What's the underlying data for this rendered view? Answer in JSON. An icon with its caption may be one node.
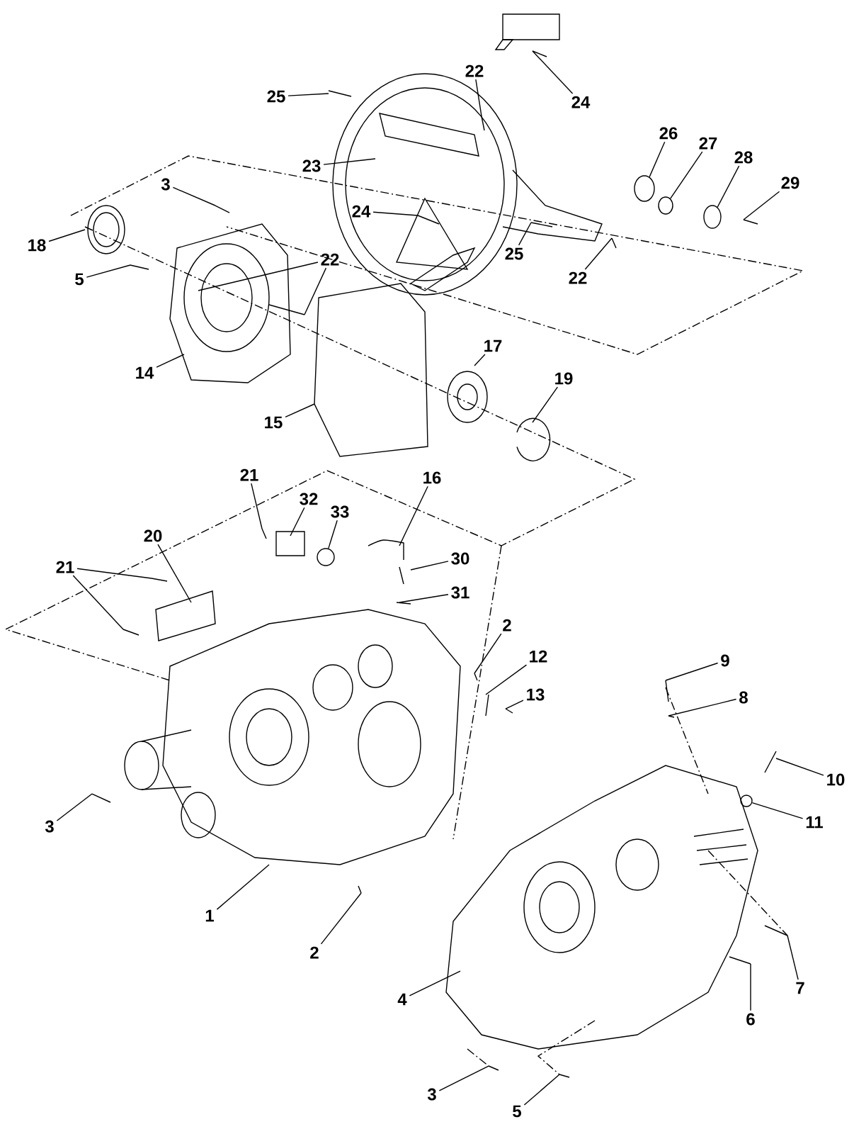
{
  "diagram": {
    "nodes": [
      {
        "text": [
          "25"
        ]
      },
      {
        "text": [
          "22"
        ]
      },
      {
        "text": [
          "24"
        ]
      },
      {
        "text": [
          "23"
        ]
      },
      {
        "text": [
          "26"
        ]
      },
      {
        "text": [
          "27"
        ]
      },
      {
        "text": [
          "28"
        ]
      },
      {
        "text": [
          "29"
        ]
      },
      {
        "text": [
          "3"
        ]
      },
      {
        "text": [
          "18"
        ]
      },
      {
        "text": [
          "24"
        ]
      },
      {
        "text": [
          "25"
        ]
      },
      {
        "text": [
          "22"
        ]
      },
      {
        "text": [
          "5"
        ]
      },
      {
        "text": [
          "22"
        ]
      },
      {
        "text": [
          "14"
        ]
      },
      {
        "text": [
          "17"
        ]
      },
      {
        "text": [
          "15"
        ]
      },
      {
        "text": [
          "19"
        ]
      },
      {
        "text": [
          "21"
        ]
      },
      {
        "text": [
          "32"
        ]
      },
      {
        "text": [
          "33"
        ]
      },
      {
        "text": [
          "16"
        ]
      },
      {
        "text": [
          "20"
        ]
      },
      {
        "text": [
          "21"
        ]
      },
      {
        "text": [
          "30"
        ]
      },
      {
        "text": [
          "31"
        ]
      },
      {
        "text": [
          "2"
        ]
      },
      {
        "text": [
          "12"
        ]
      },
      {
        "text": [
          "13"
        ]
      },
      {
        "text": [
          "9"
        ]
      },
      {
        "text": [
          "8"
        ]
      },
      {
        "text": [
          "10"
        ]
      },
      {
        "text": [
          "11"
        ]
      },
      {
        "text": [
          "3"
        ]
      },
      {
        "text": [
          "1"
        ]
      },
      {
        "text": [
          "2"
        ]
      },
      {
        "text": [
          "4"
        ]
      },
      {
        "text": [
          "7"
        ]
      },
      {
        "text": [
          "6"
        ]
      },
      {
        "text": [
          "3"
        ]
      },
      {
        "text": [
          "5"
        ]
      },
      {
        "text": [],
        "shape": "circle"
      },
      {
        "text": [],
        "shape": "circle"
      },
      {
        "text": [],
        "shape": "circle"
      },
      {
        "text": [],
        "shape": "circle"
      },
      {
        "text": [],
        "shape": "circle"
      }
    ],
    "edges": [
      {
        "from": 0,
        "to": null,
        "arrow": "none"
      },
      {
        "from": 1,
        "to": null,
        "arrow": "none"
      },
      {
        "from": 2,
        "to": null,
        "arrow": "none"
      },
      {
        "from": 3,
        "to": null,
        "arrow": "none"
      },
      {
        "from": 4,
        "to": 42,
        "arrow": "none"
      },
      {
        "from": 5,
        "to": 43,
        "arrow": "none"
      },
      {
        "from": 6,
        "to": 44,
        "arrow": "none"
      },
      {
        "from": 7,
        "to": null,
        "arrow": "none"
      },
      {
        "from": 8,
        "to": null,
        "arrow": "none"
      },
      {
        "from": 9,
        "to": null,
        "arrow": "none"
      },
      {
        "from": 10,
        "to": null,
        "arrow": "none"
      },
      {
        "from": 11,
        "to": null,
        "arrow": "none"
      },
      {
        "from": 12,
        "to": null,
        "arrow": "none"
      },
      {
        "from": 13,
        "to": null,
        "arrow": "none"
      },
      {
        "from": 14,
        "to": null,
        "arrow": "none"
      },
      {
        "from": 14,
        "to": null,
        "arrow": "none"
      },
      {
        "from": 15,
        "to": null,
        "arrow": "none"
      },
      {
        "from": 16,
        "to": null,
        "arrow": "none"
      },
      {
        "from": 17,
        "to": null,
        "arrow": "none"
      },
      {
        "from": 18,
        "to": null,
        "arrow": "none"
      },
      {
        "from": 19,
        "to": null,
        "arrow": "none"
      },
      {
        "from": 20,
        "to": null,
        "arrow": "none"
      },
      {
        "from": 21,
        "to": 45,
        "arrow": "none"
      },
      {
        "from": 22,
        "to": null,
        "arrow": "none"
      },
      {
        "from": 23,
        "to": null,
        "arrow": "none"
      },
      {
        "from": 24,
        "to": null,
        "arrow": "none"
      },
      {
        "from": 24,
        "to": null,
        "arrow": "none"
      },
      {
        "from": 25,
        "to": null,
        "arrow": "none"
      },
      {
        "from": 26,
        "to": null,
        "arrow": "none"
      },
      {
        "from": 27,
        "to": null,
        "arrow": "none"
      },
      {
        "from": 28,
        "to": null,
        "arrow": "none"
      },
      {
        "from": 29,
        "to": null,
        "arrow": "none"
      },
      {
        "from": 30,
        "to": null,
        "arrow": "none"
      },
      {
        "from": 31,
        "to": null,
        "arrow": "none"
      },
      {
        "from": 32,
        "to": null,
        "arrow": "none"
      },
      {
        "from": 33,
        "to": 46,
        "arrow": "none"
      },
      {
        "from": 34,
        "to": null,
        "arrow": "none"
      },
      {
        "from": 35,
        "to": null,
        "arrow": "none"
      },
      {
        "from": 36,
        "to": null,
        "arrow": "none"
      },
      {
        "from": 37,
        "to": null,
        "arrow": "none"
      },
      {
        "from": 38,
        "to": null,
        "arrow": "none"
      },
      {
        "from": 39,
        "to": null,
        "arrow": "none"
      },
      {
        "from": 40,
        "to": null,
        "arrow": "none"
      },
      {
        "from": 41,
        "to": null,
        "arrow": "none"
      }
    ]
  }
}
